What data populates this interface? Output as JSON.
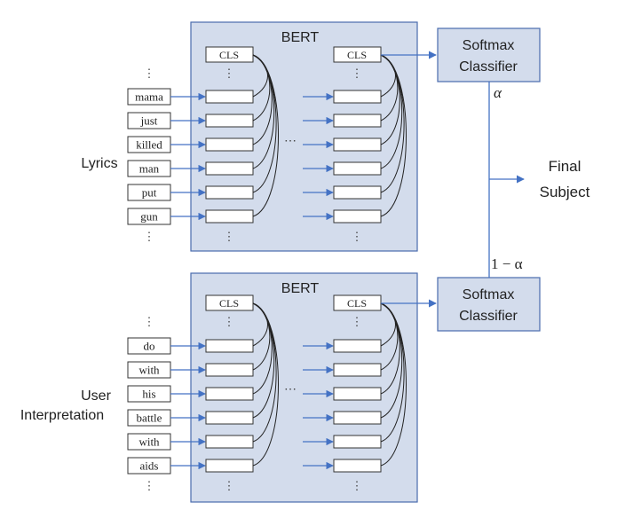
{
  "colors": {
    "panel_fill": "#d3dcec",
    "panel_stroke": "#4a6cae",
    "arrow": "#4472c4",
    "token_box_stroke": "#333333",
    "curve": "#222222",
    "text": "#222222"
  },
  "top": {
    "bert_title": "BERT",
    "side_label": [
      "Lyrics"
    ],
    "tokens": [
      "mama",
      "just",
      "killed",
      "man",
      "put",
      "gun"
    ],
    "classifier": [
      "Softmax",
      "Classifier"
    ],
    "weight": "α"
  },
  "bottom": {
    "bert_title": "BERT",
    "side_label": [
      "User",
      "Interpretation"
    ],
    "tokens": [
      "do",
      "with",
      "his",
      "battle",
      "with",
      "aids"
    ],
    "classifier": [
      "Softmax",
      "Classifier"
    ],
    "weight": "1 − α"
  },
  "cls_label": "CLS",
  "ellipsis_vertical": "⋮",
  "ellipsis_horizontal": "⋯",
  "output": [
    "Final",
    "Subject"
  ]
}
